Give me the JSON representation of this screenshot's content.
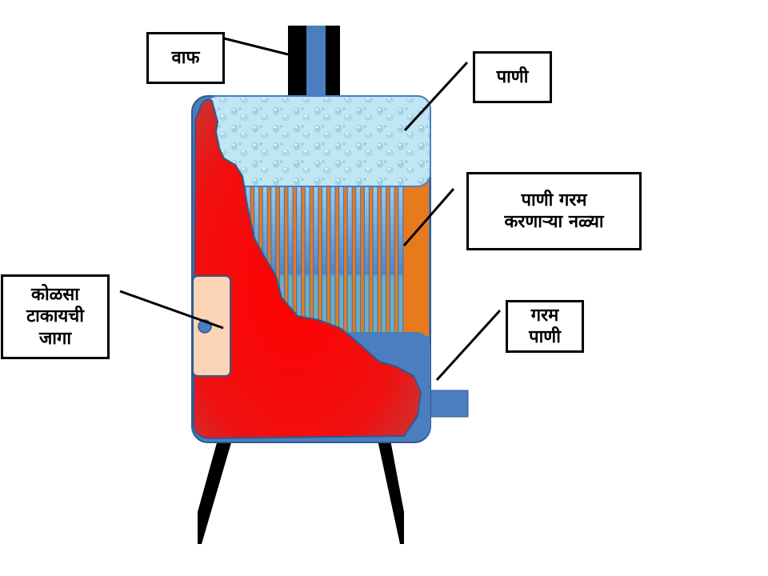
{
  "diagram": {
    "title": "Boiler cross-section",
    "labels": {
      "steam": "वाफ",
      "water": "पाणी",
      "tubes_line1": "पाणी गरम",
      "tubes_line2": "करणाऱ्या नळ्या",
      "hot_water_line1": "गरम",
      "hot_water_line2": "पाणी",
      "coal_line1": "कोळसा",
      "coal_line2": "टाकायची",
      "coal_line3": "जागा"
    },
    "colors": {
      "fire": "#ff0000",
      "fire_dark": "#d93030",
      "shell": "#4a7ebf",
      "shell_border": "#2f5a8e",
      "water": "#bfe6f2",
      "tube_fill": "#e87a1e",
      "tube_blue": "#5b9bd5",
      "door": "#fbd5b5",
      "legs": "#000000"
    },
    "tube_count": 19
  }
}
